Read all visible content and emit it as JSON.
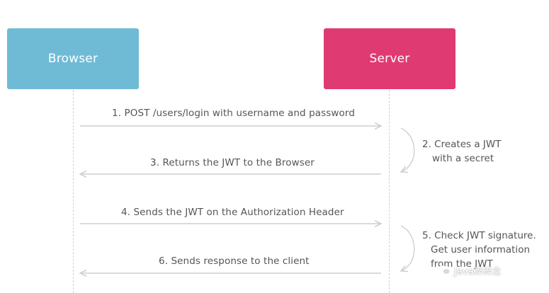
{
  "actors": {
    "browser": {
      "label": "Browser",
      "color": "#6fbbd6"
    },
    "server": {
      "label": "Server",
      "color": "#e03a72"
    }
  },
  "messages": [
    {
      "step": 1,
      "text": "1. POST /users/login with username and password",
      "direction": "browser-to-server"
    },
    {
      "step": 3,
      "text": "3. Returns the JWT to the Browser",
      "direction": "server-to-browser"
    },
    {
      "step": 4,
      "text": "4. Sends the JWT on the Authorization Header",
      "direction": "browser-to-server"
    },
    {
      "step": 6,
      "text": "6. Sends response to the client",
      "direction": "server-to-browser"
    }
  ],
  "notes": [
    {
      "step": 2,
      "lines": [
        "2. Creates a JWT",
        "with a secret"
      ]
    },
    {
      "step": 5,
      "lines": [
        "5. Check JWT signature.",
        "Get user information",
        "from the JWT"
      ]
    }
  ],
  "watermark": {
    "text": "Java碎碎念",
    "icon": "wechat-icon"
  },
  "colors": {
    "arrow": "#cfcfcf",
    "text": "#555555"
  }
}
